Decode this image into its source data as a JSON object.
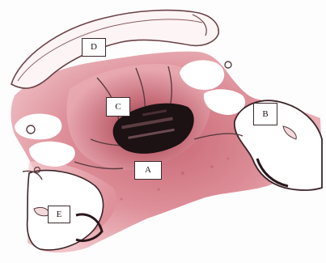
{
  "figure": {
    "subject": "dental-appliance-photo",
    "colors": {
      "acrylic": "#d9868f",
      "acrylic_light": "#eab4ba",
      "acrylic_deep": "#b35562",
      "screw": "#1c1113",
      "wire": "#5a3a3f",
      "background": "#fefdfd"
    },
    "labels": {
      "a": "A",
      "b": "B",
      "c": "C",
      "d": "D",
      "e": "E"
    }
  }
}
